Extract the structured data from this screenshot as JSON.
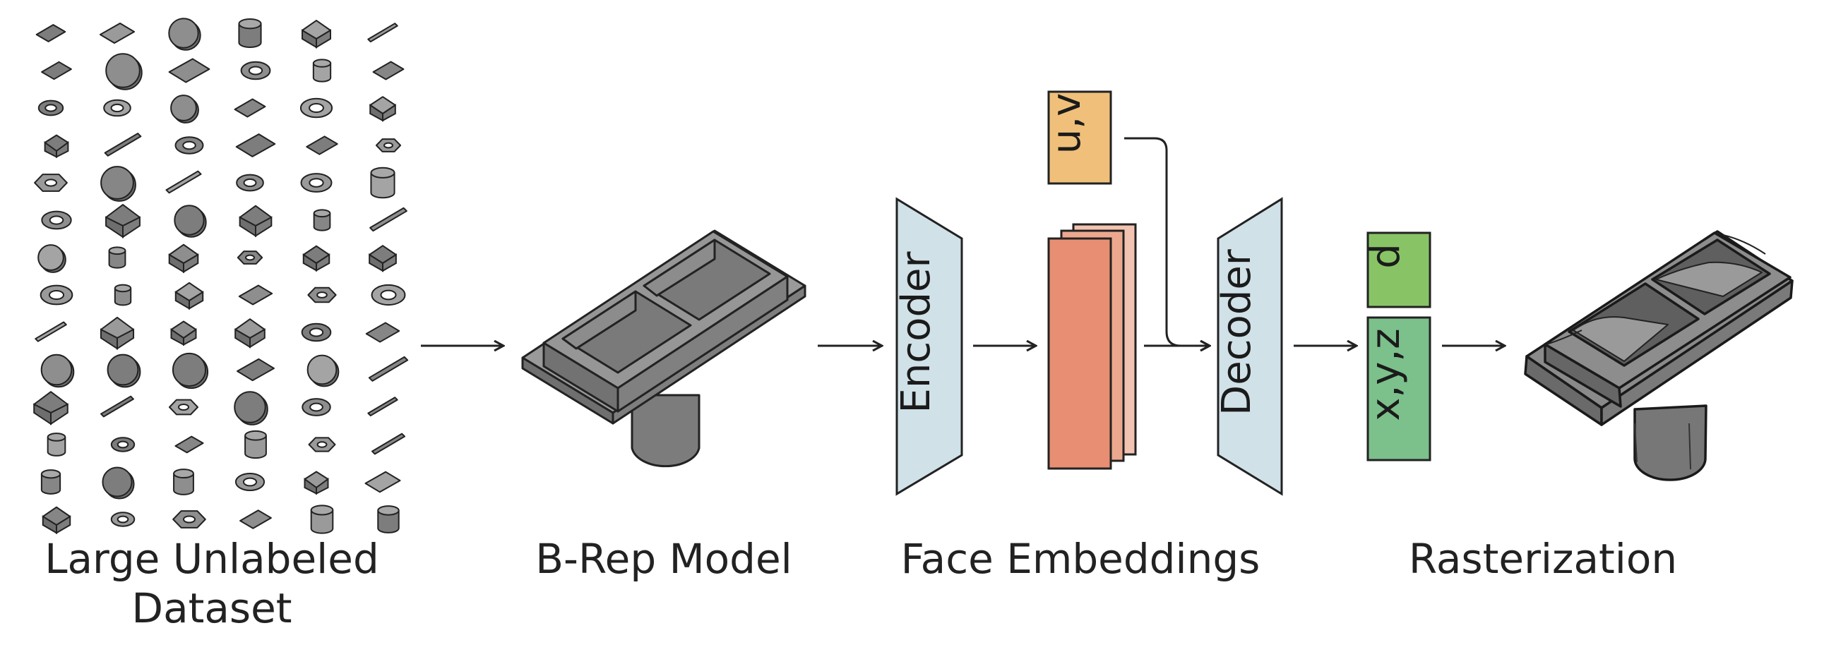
{
  "labels": {
    "dataset_line1": "Large Unlabeled",
    "dataset_line2": "Dataset",
    "brep": "B-Rep Model",
    "embeddings": "Face Embeddings",
    "raster": "Rasterization"
  },
  "boxes": {
    "encoder": "Encoder",
    "decoder": "Decoder",
    "uv": "u,v",
    "d": "d",
    "xyz": "x,y,z"
  },
  "colors": {
    "encoder_fill": "#d0e1e8",
    "uv_fill": "#f0c07a",
    "embedding_fill": "#e88e72",
    "d_fill": "#88c466",
    "xyz_fill": "#7cc08c",
    "part_gray": "#8e8e8e"
  }
}
